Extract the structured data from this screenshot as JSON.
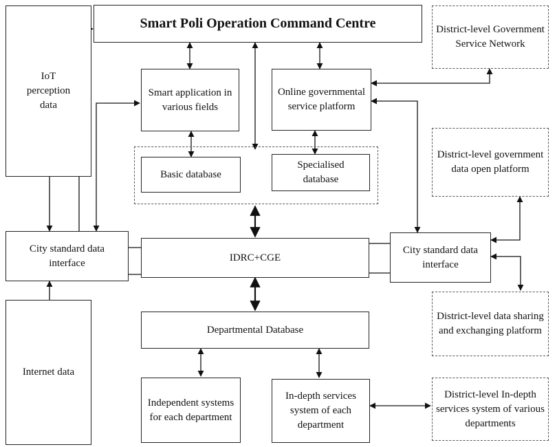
{
  "nodes": {
    "command_centre": "Smart Poli Operation Command Centre",
    "iot_data": "IoT perception data",
    "internet_data": "Internet data",
    "smart_application": "Smart application in various fields",
    "online_platform": "Online governmental service platform",
    "basic_db": "Basic database",
    "specialised_db": "Specialised database",
    "city_interface_left": "City standard data interface",
    "idrc_cge": "IDRC+CGE",
    "city_interface_right": "City standard data interface",
    "departmental_db": "Departmental Database",
    "independent_systems": "Independent systems for each department",
    "indepth_services": "In-depth services system of each department",
    "district_gov_service": "District-level Government Service Network",
    "district_open_platform": "District-level government data open platform",
    "district_sharing": "District-level data sharing and exchanging platform",
    "district_indepth": "District-level In-depth services system of various departments"
  }
}
